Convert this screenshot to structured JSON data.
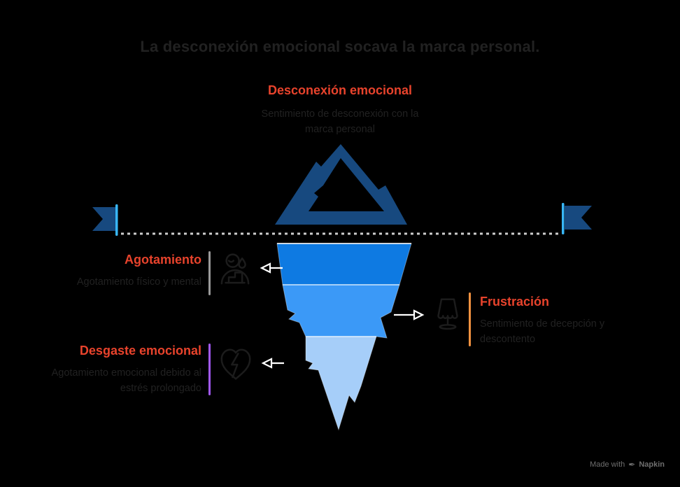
{
  "title": "La desconexión emocional socava la marca personal.",
  "stages": {
    "top": {
      "heading": "Desconexión emocional",
      "description": "Sentimiento de desconexión con la marca personal",
      "icon": "mountain-icon"
    },
    "agotamiento": {
      "heading": "Agotamiento",
      "description": "Agotamiento físico y mental",
      "icon": "tired-person-icon",
      "divider_color": "#9a9a9a"
    },
    "frustracion": {
      "heading": "Frustración",
      "description": "Sentimiento de decepción y descontento",
      "icon": "lamp-icon",
      "divider_color": "#f39240"
    },
    "desgaste": {
      "heading": "Desgaste emocional",
      "description": "Agotamiento emocional debido al estrés prolongado",
      "icon": "broken-heart-icon",
      "divider_color": "#a259f7"
    }
  },
  "footer": {
    "made_with": "Made with",
    "brand": "Napkin",
    "icon": "pen-nib-icon"
  },
  "colors": {
    "bg": "#000000",
    "ink": "#212121",
    "icon": "#1c1c1c",
    "red": "#e8432c",
    "navy": "#17497f",
    "band1": "#0e7ae2",
    "band2": "#3b99f7",
    "band3": "#a6cef9",
    "pole": "#38b6f8",
    "dots": "#cccccc",
    "arrow": "#ffffff",
    "div-gray": "#9a9a9a",
    "div-purple": "#a259f7",
    "div-orange": "#f39240",
    "footer": "#6e6e6e"
  }
}
